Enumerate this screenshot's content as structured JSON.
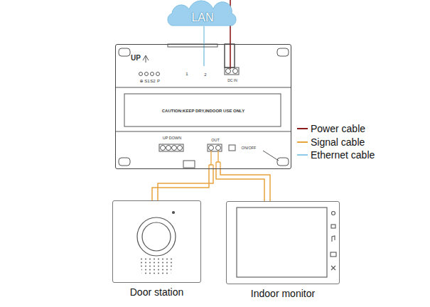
{
  "diagram": {
    "nodes": [
      {
        "text": [
          "LAN"
        ]
      },
      {
        "text": [
          "UP",
          "⊕",
          "S1",
          "S2",
          "P",
          "1",
          "2",
          "DC IN",
          "CAUTION:KEEP DRY,INDOOR USE ONLY",
          "UP DOWN",
          "OUT",
          "ON/OFF"
        ]
      },
      {
        "text": [
          "Door station"
        ]
      },
      {
        "text": [
          "Indoor monitor"
        ]
      }
    ],
    "edges": [
      {
        "from": 0,
        "to": 1,
        "arrow": "none"
      },
      {
        "from": 1,
        "to": 2,
        "arrow": "none"
      },
      {
        "from": 1,
        "to": 3,
        "arrow": "none"
      }
    ],
    "legend": [
      {
        "text": "Power cable",
        "color": "#8b1a1a"
      },
      {
        "text": "Signal cable",
        "color": "#e8a33d"
      },
      {
        "text": "Ethernet cable",
        "color": "#8ecae6"
      }
    ]
  }
}
